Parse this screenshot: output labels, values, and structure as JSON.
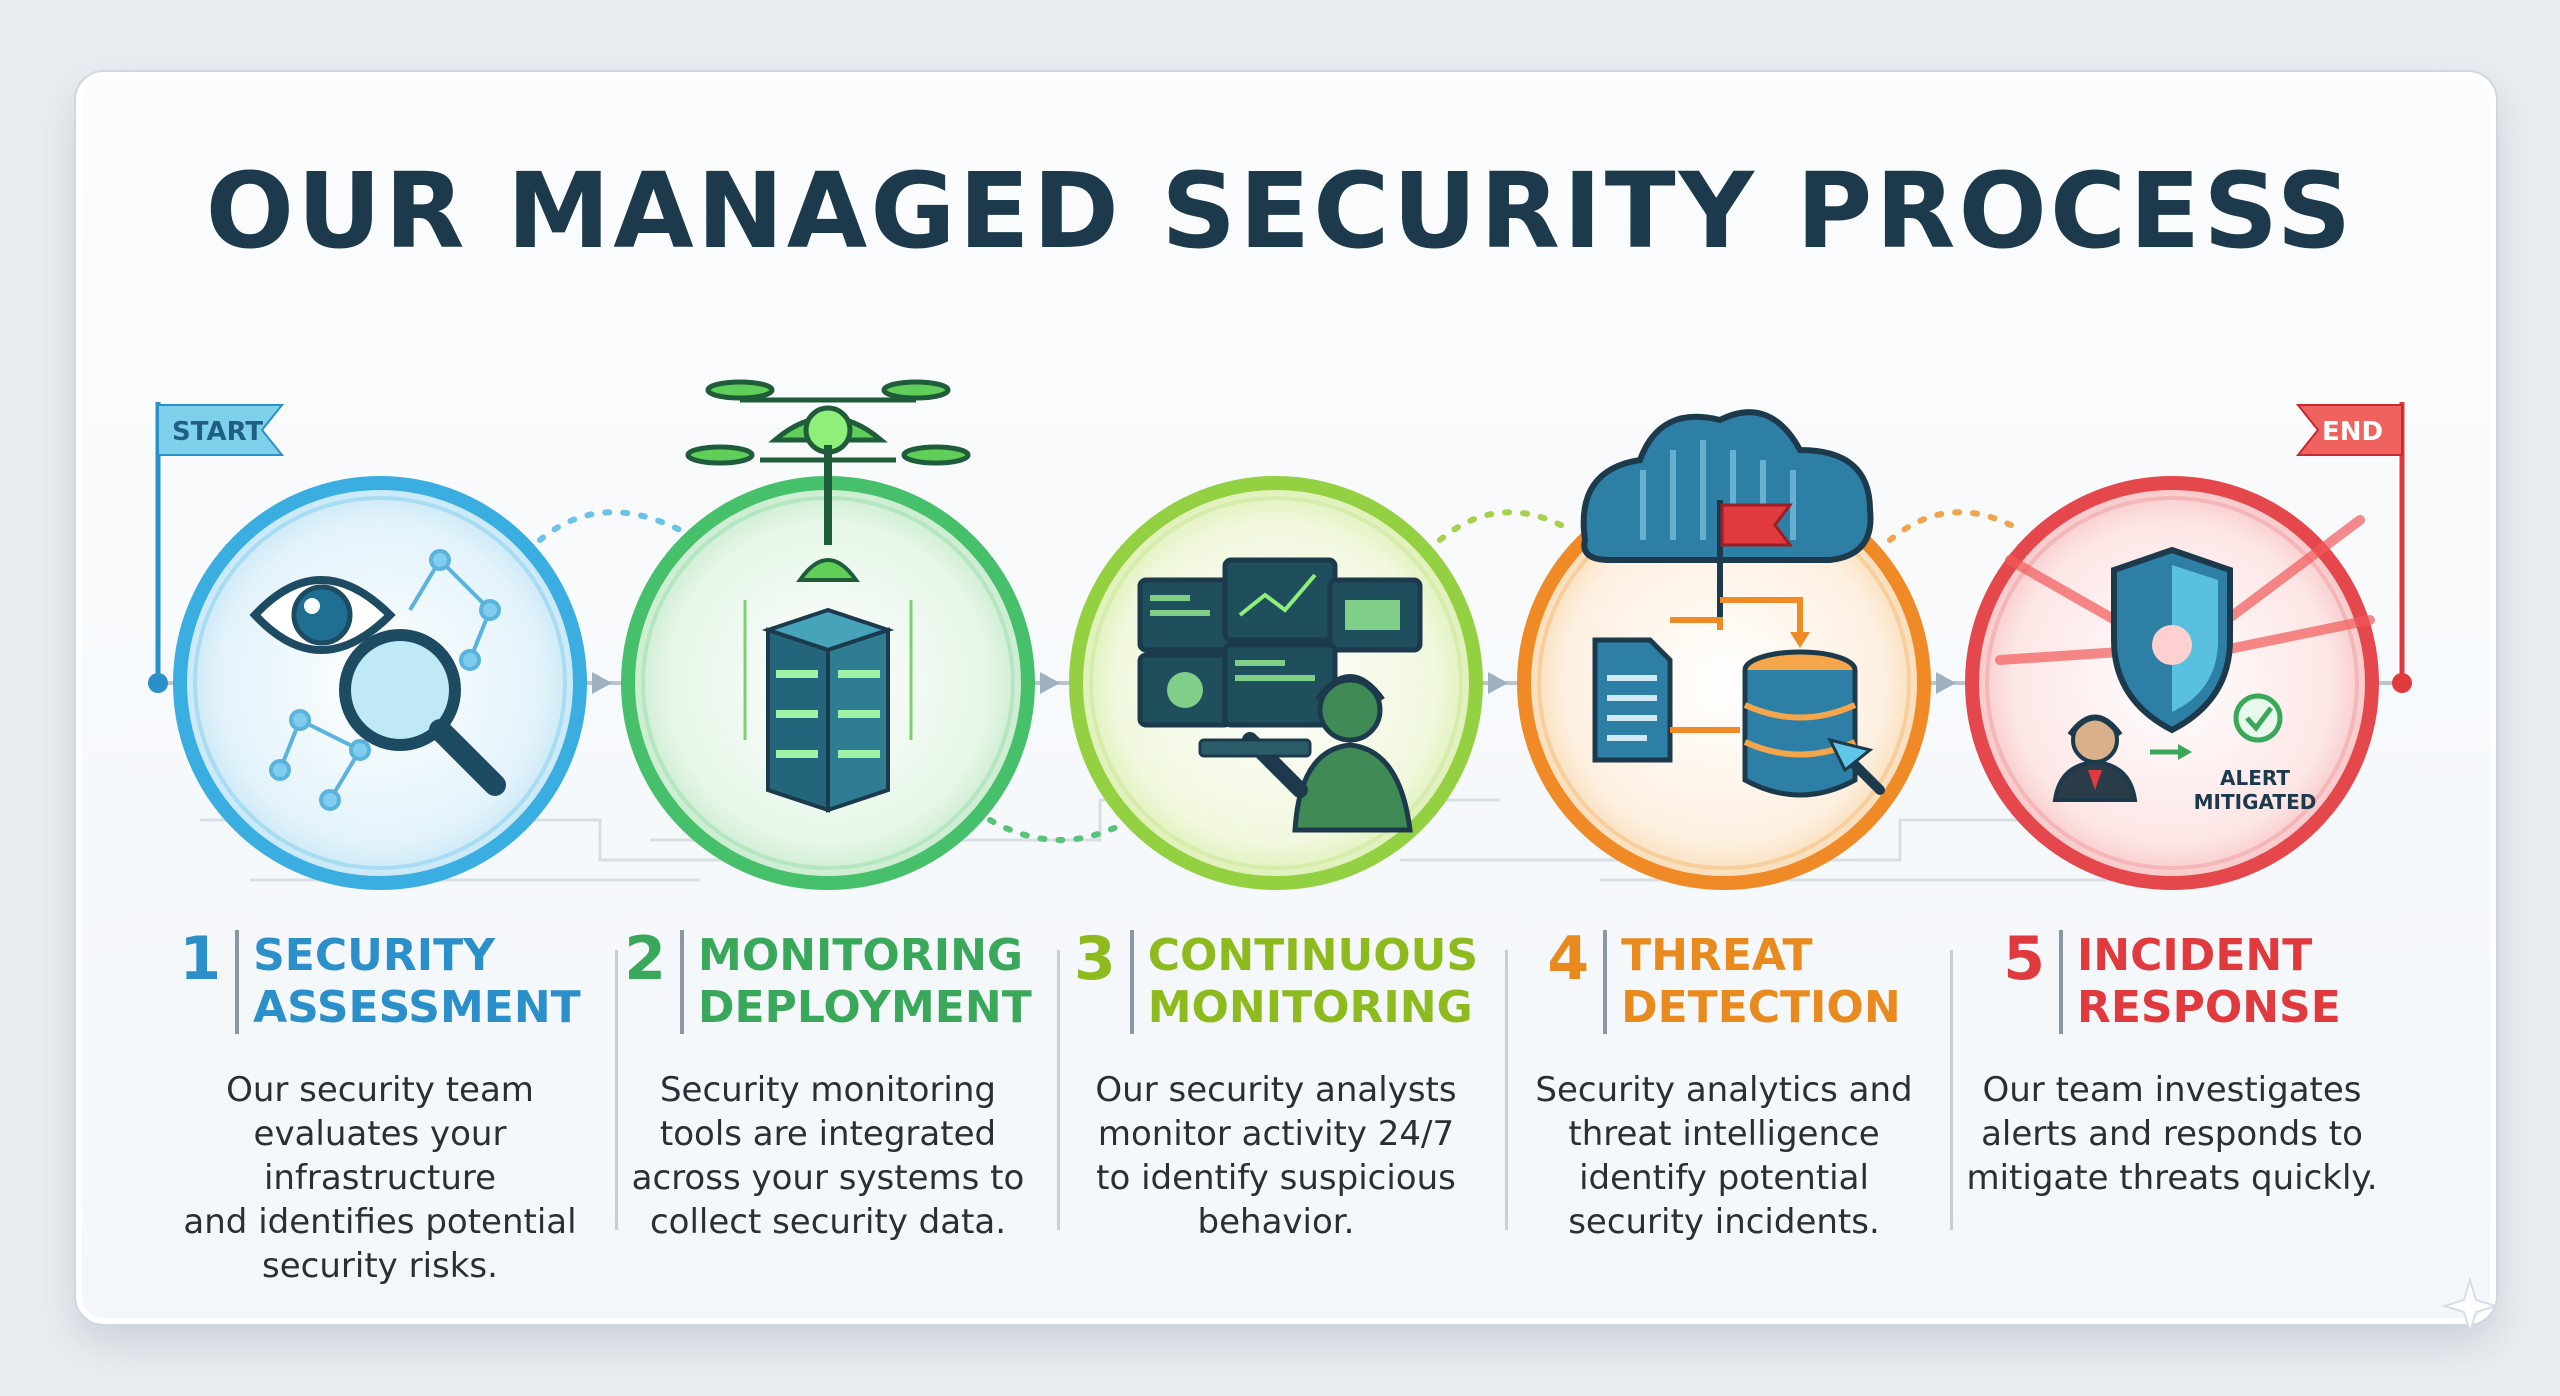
{
  "title": "OUR MANAGED SECURITY PROCESS",
  "flags": {
    "start": "START",
    "end": "END"
  },
  "badge": {
    "line1": "ALERT",
    "line2": "MITIGATED"
  },
  "colors": {
    "title": "#1d3a4d",
    "step1": "#2b8fc9",
    "step2": "#3aa85a",
    "step3": "#8dbb1e",
    "step4": "#e98a1e",
    "step5": "#e0393e"
  },
  "steps": [
    {
      "number": "1",
      "title_line1": "SECURITY",
      "title_line2": "ASSESSMENT",
      "description": "Our security team\nevaluates your infrastructure\nand identifies potential\nsecurity risks.",
      "icon": "eye-magnifier-network-icon"
    },
    {
      "number": "2",
      "title_line1": "MONITORING",
      "title_line2": "DEPLOYMENT",
      "description": "Security monitoring\ntools are integrated\nacross your systems to\ncollect security data.",
      "icon": "drone-server-icon"
    },
    {
      "number": "3",
      "title_line1": "CONTINUOUS",
      "title_line2": "MONITORING",
      "description": "Our security analysts\nmonitor activity 24/7\nto identify suspicious\nbehavior.",
      "icon": "analyst-monitors-icon"
    },
    {
      "number": "4",
      "title_line1": "THREAT",
      "title_line2": "DETECTION",
      "description": "Security analytics and\nthreat intelligence\nidentify potential\nsecurity incidents.",
      "icon": "cloud-flag-database-icon"
    },
    {
      "number": "5",
      "title_line1": "INCIDENT",
      "title_line2": "RESPONSE",
      "description": "Our team investigates\nalerts and responds to\nmitigate threats quickly.",
      "icon": "shield-alert-mitigated-icon"
    }
  ]
}
